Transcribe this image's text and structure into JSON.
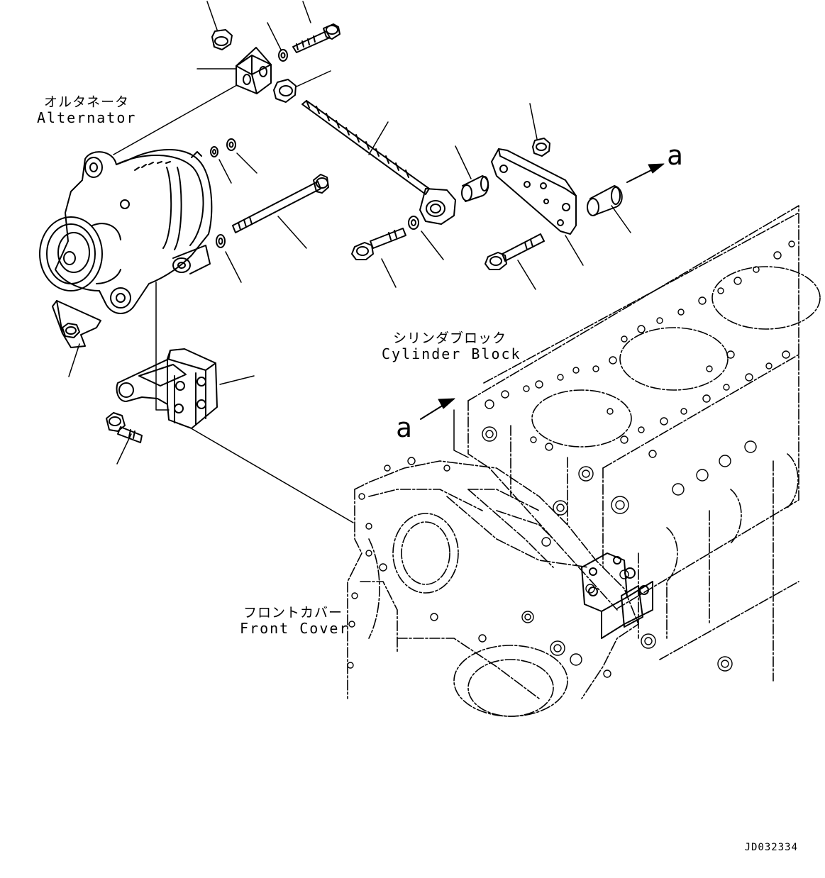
{
  "labels": {
    "alternator": {
      "ja": "オルタネータ",
      "en": "Alternator"
    },
    "cylinder_block": {
      "ja": "シリンダブロック",
      "en": "Cylinder Block"
    },
    "front_cover": {
      "ja": "フロントカバー",
      "en": "Front Cover"
    }
  },
  "view_marks": {
    "upper_right": "a",
    "lower_left": "a"
  },
  "drawing_id": "JD032334",
  "colors": {
    "line": "#000000",
    "background": "#ffffff"
  }
}
